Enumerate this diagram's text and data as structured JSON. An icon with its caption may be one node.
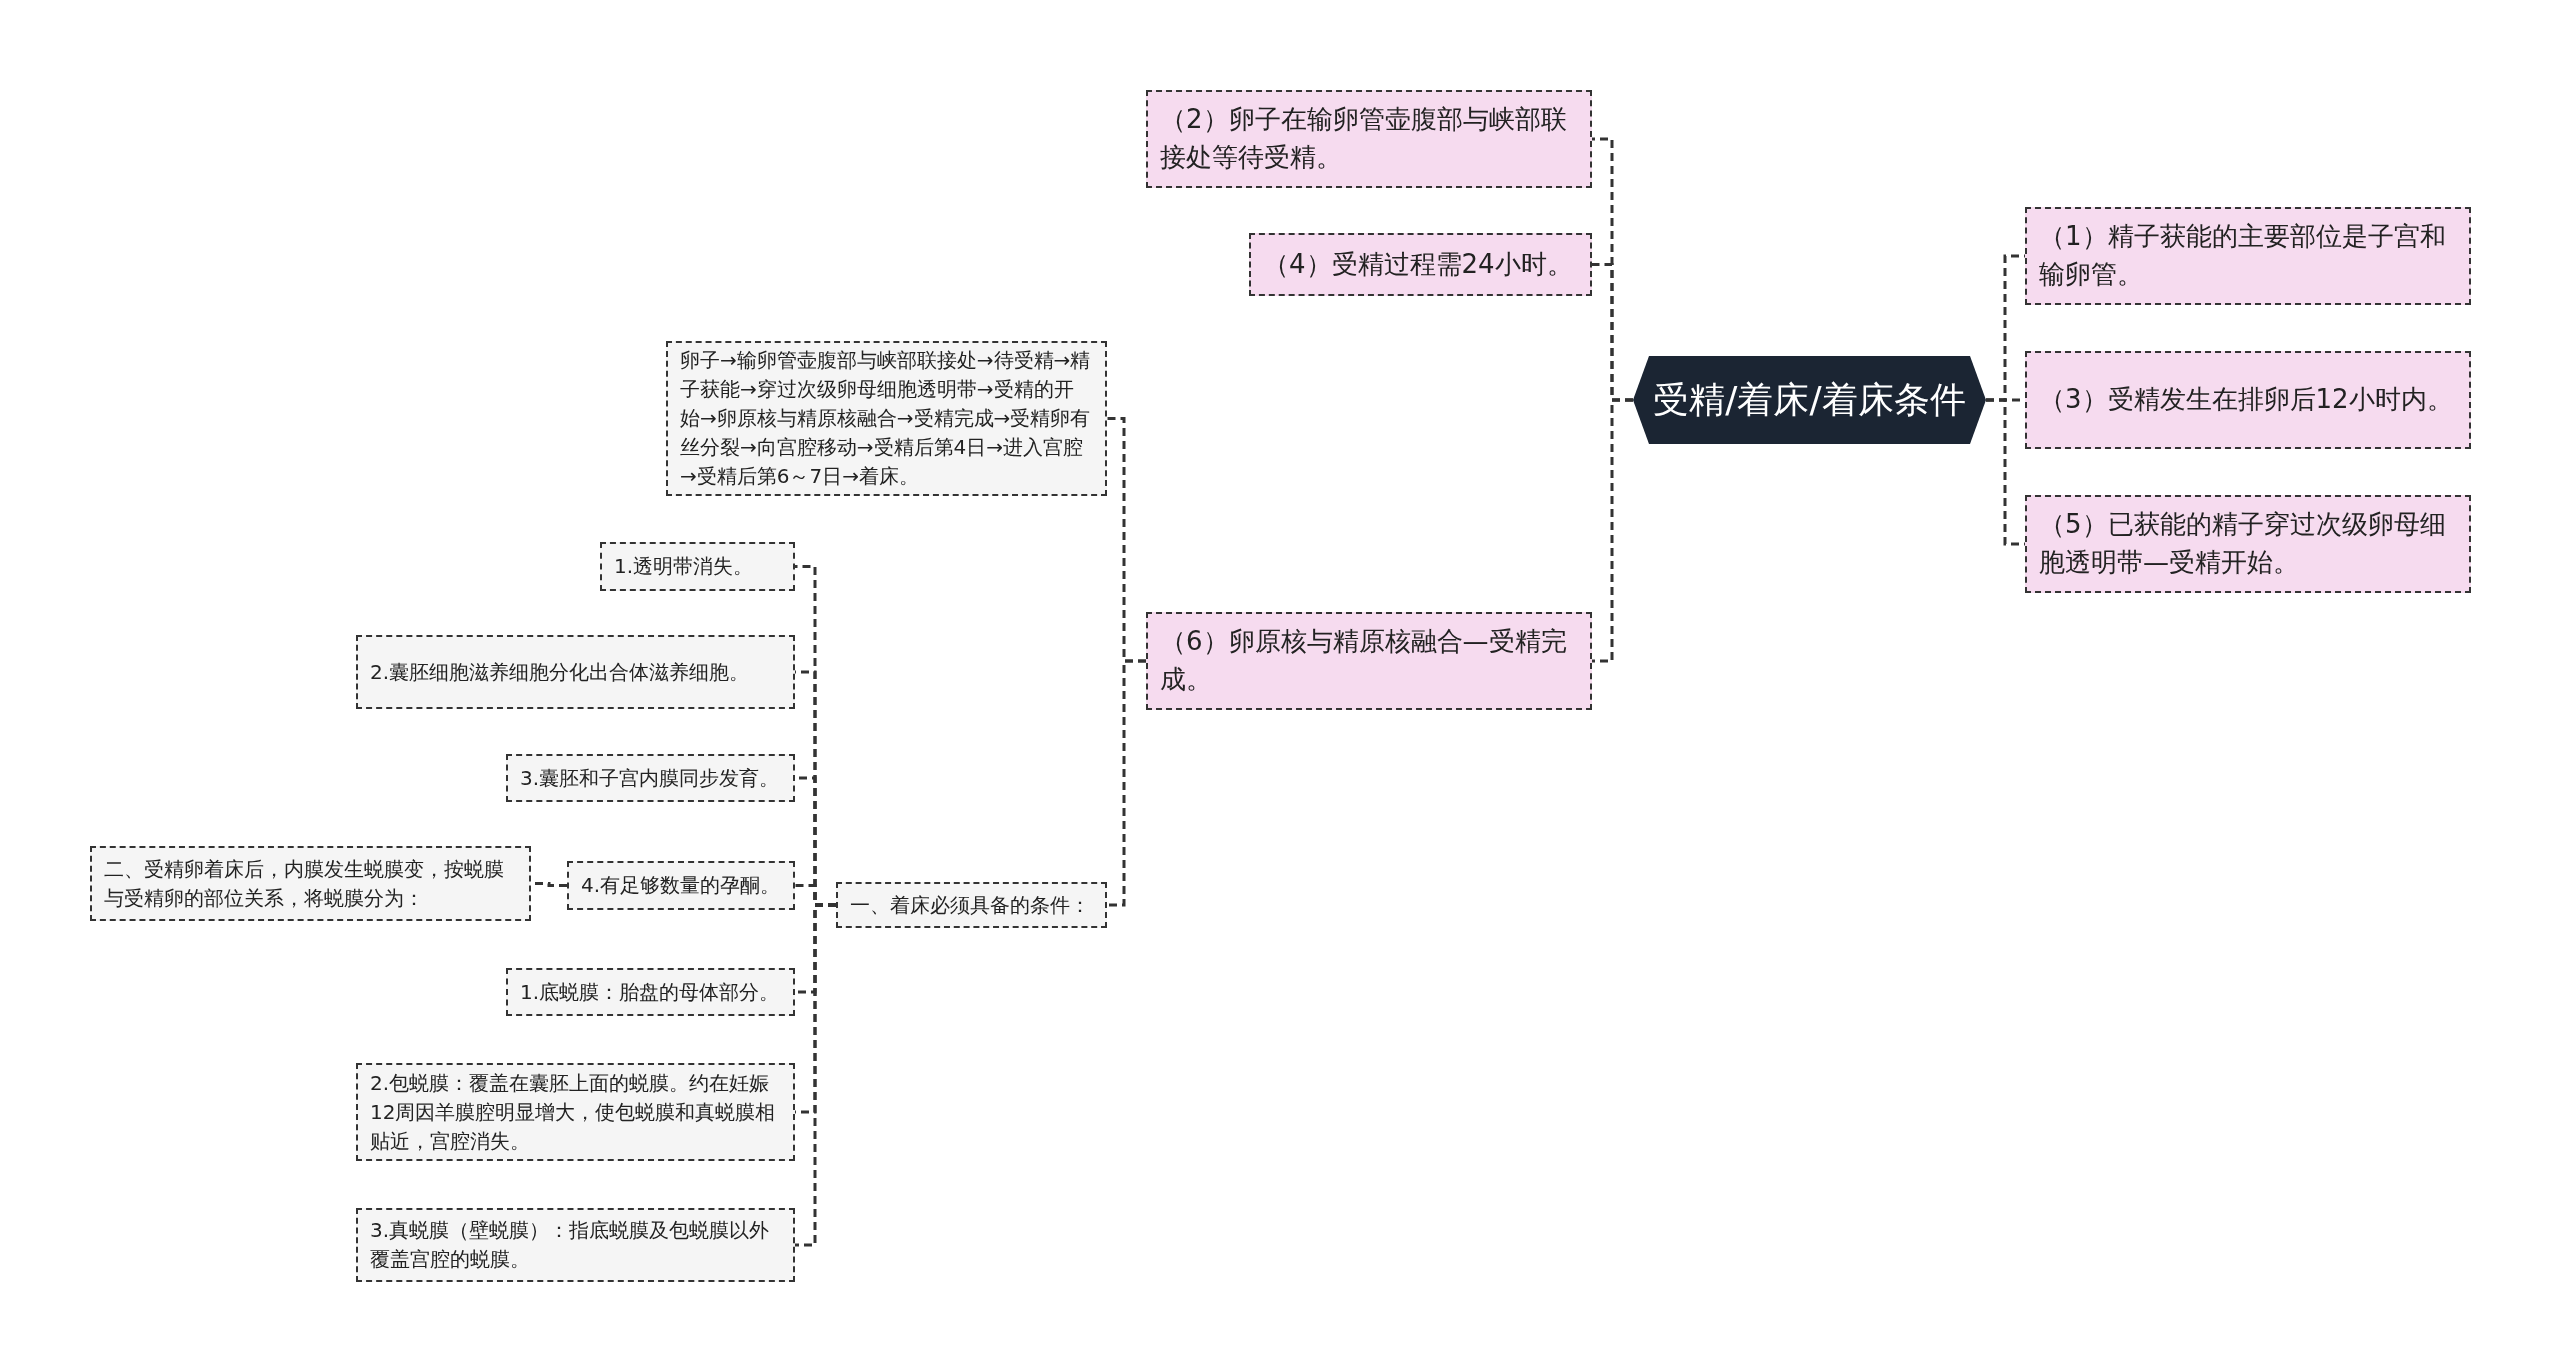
{
  "diagram": {
    "nodes": [
      {
        "text": [
          "受精/着床/着床条件"
        ]
      },
      {
        "text": [
          "（2）卵子在输卵管壶腹部与峡部联接处等待受精。"
        ]
      },
      {
        "text": [
          "（4）受精过程需24小时。"
        ]
      },
      {
        "text": [
          "（6）卵原核与精原核融合—受精完成。"
        ]
      },
      {
        "text": [
          "（1）精子获能的主要部位是子宫和输卵管。"
        ]
      },
      {
        "text": [
          "（3）受精发生在排卵后12小时内。"
        ]
      },
      {
        "text": [
          "（5）已获能的精子穿过次级卵母细胞透明带—受精开始。"
        ]
      },
      {
        "text": [
          "卵子→输卵管壶腹部与峡部联接处→待受精→精子获能→穿过次级卵母细胞透明带→受精的开始→卵原核与精原核融合→受精完成→受精卵有丝分裂→向宫腔移动→受精后第4日→进入宫腔→受精后第6～7日→着床。"
        ]
      },
      {
        "text": [
          "一、着床必须具备的条件："
        ]
      },
      {
        "text": [
          "1.透明带消失。"
        ]
      },
      {
        "text": [
          "2.囊胚细胞滋养细胞分化出合体滋养细胞。"
        ]
      },
      {
        "text": [
          "3.囊胚和子宫内膜同步发育。"
        ]
      },
      {
        "text": [
          "4.有足够数量的孕酮。"
        ]
      },
      {
        "text": [
          "二、受精卵着床后，内膜发生蜕膜变，按蜕膜与受精卵的部位关系，将蜕膜分为："
        ]
      },
      {
        "text": [
          "1.底蜕膜：胎盘的母体部分。"
        ]
      },
      {
        "text": [
          "2.包蜕膜：覆盖在囊胚上面的蜕膜。约在妊娠12周因羊膜腔明显增大，使包蜕膜和真蜕膜相贴近，宫腔消失。"
        ]
      },
      {
        "text": [
          "3.真蜕膜（壁蜕膜）：指底蜕膜及包蜕膜以外覆盖宫腔的蜕膜。"
        ]
      }
    ],
    "edges": [
      {
        "from": 0,
        "to": 1,
        "arrow": "none"
      },
      {
        "from": 0,
        "to": 2,
        "arrow": "none"
      },
      {
        "from": 0,
        "to": 3,
        "arrow": "none"
      },
      {
        "from": 0,
        "to": 4,
        "arrow": "none"
      },
      {
        "from": 0,
        "to": 5,
        "arrow": "none"
      },
      {
        "from": 0,
        "to": 6,
        "arrow": "none"
      },
      {
        "from": 3,
        "to": 7,
        "arrow": "none"
      },
      {
        "from": 3,
        "to": 8,
        "arrow": "none"
      },
      {
        "from": 8,
        "to": 9,
        "arrow": "none"
      },
      {
        "from": 8,
        "to": 10,
        "arrow": "none"
      },
      {
        "from": 8,
        "to": 11,
        "arrow": "none"
      },
      {
        "from": 8,
        "to": 12,
        "arrow": "none"
      },
      {
        "from": 8,
        "to": 14,
        "arrow": "none"
      },
      {
        "from": 8,
        "to": 15,
        "arrow": "none"
      },
      {
        "from": 8,
        "to": 16,
        "arrow": "none"
      },
      {
        "from": 12,
        "to": 13,
        "arrow": "none"
      }
    ]
  }
}
